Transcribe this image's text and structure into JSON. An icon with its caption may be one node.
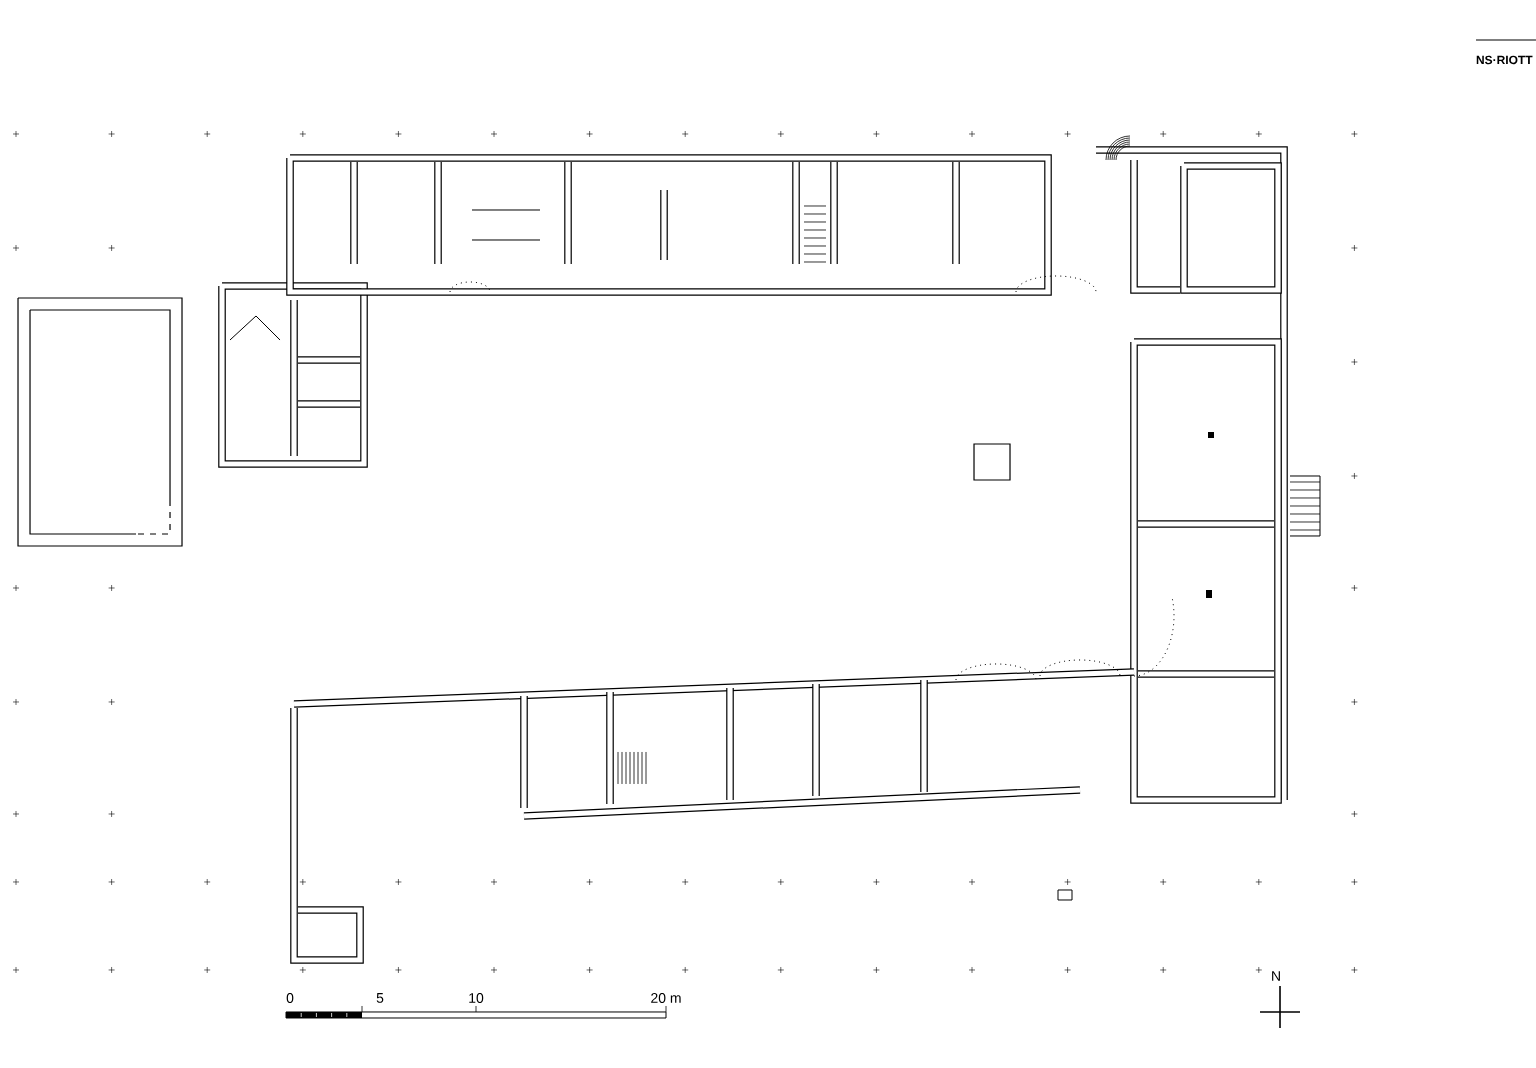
{
  "diagram": {
    "labels": [
      "NS·RIOTT",
      "0",
      "5",
      "10",
      "20 m",
      "N"
    ]
  }
}
